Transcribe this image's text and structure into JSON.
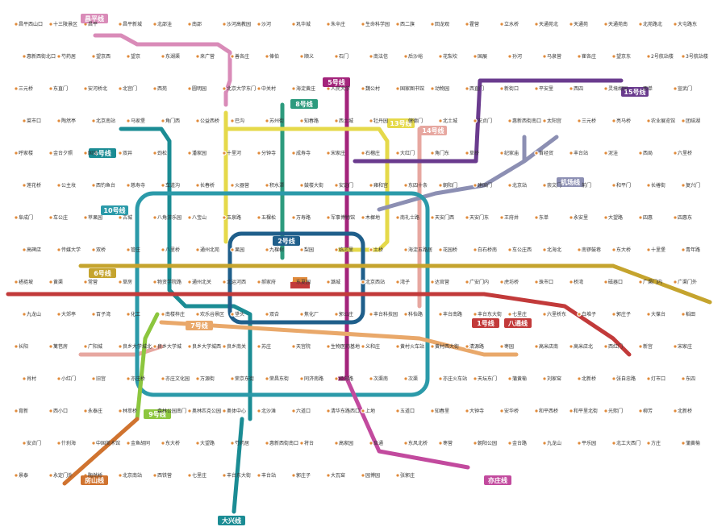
{
  "map": {
    "lines": [
      {
        "badge": "昌平线",
        "color": "#d98bb8"
      },
      {
        "badge": "8号线",
        "color": "#2d9b7e"
      },
      {
        "badge": "5号线",
        "color": "#a3247b"
      },
      {
        "badge": "13号线",
        "color": "#e5d94a"
      },
      {
        "badge": "14号线",
        "color": "#e7a7a0"
      },
      {
        "badge": "15号线",
        "color": "#6a3b8e"
      },
      {
        "badge": "4号线",
        "color": "#1b8c94"
      },
      {
        "badge": "10号线",
        "color": "#2b9aa9"
      },
      {
        "badge": "2号线",
        "color": "#1f5f8b"
      },
      {
        "badge": "6号线",
        "color": "#c5a42e"
      },
      {
        "badge": "1号线",
        "color": "#c23a3a"
      },
      {
        "badge": "八通线",
        "color": "#c23a3a"
      },
      {
        "badge": "7号线",
        "color": "#e9a86a"
      },
      {
        "badge": "9号线",
        "color": "#8cc63e"
      },
      {
        "badge": "房山线",
        "color": "#d0732f"
      },
      {
        "badge": "大兴线",
        "color": "#1b8c94"
      },
      {
        "badge": "亦庄线",
        "color": "#c24a9e"
      },
      {
        "badge": "机场线",
        "color": "#8c8fb3"
      }
    ],
    "stations": [
      "昌平西山口",
      "十三陵景区",
      "昌平",
      "昌平新城",
      "北邵洼",
      "南邵",
      "沙河高教园",
      "沙河",
      "巩华城",
      "朱辛庄",
      "生命科学园",
      "西二旗",
      "回龙观",
      "霍营",
      "立水桥",
      "天通苑北",
      "天通苑",
      "天通苑南",
      "北苑路北",
      "大屯路东",
      "惠新西街北口",
      "芍药居",
      "望京西",
      "望京",
      "东湖渠",
      "来广营",
      "善各庄",
      "俸伯",
      "顺义",
      "石门",
      "南法信",
      "后沙峪",
      "花梨坎",
      "国展",
      "孙河",
      "马泉营",
      "崔各庄",
      "望京东",
      "2号航站楼",
      "3号航站楼",
      "三元桥",
      "东直门",
      "安河桥北",
      "北宫门",
      "西苑",
      "圆明园",
      "北京大学东门",
      "中关村",
      "海淀黄庄",
      "人民大学",
      "魏公村",
      "国家图书馆",
      "动物园",
      "西直门",
      "新街口",
      "平安里",
      "西四",
      "灵境胡同",
      "西单",
      "宣武门",
      "菜市口",
      "陶然亭",
      "北京南站",
      "马家堡",
      "角门西",
      "公益西桥",
      "巴沟",
      "苏州街",
      "知春路",
      "西土城",
      "牡丹园",
      "健德门",
      "北土城",
      "安贞门",
      "惠新西街南口",
      "太阳宫",
      "三元桥",
      "亮马桥",
      "农业展览馆",
      "团结湖",
      "呼家楼",
      "金台夕照",
      "国贸",
      "双井",
      "劲松",
      "潘家园",
      "十里河",
      "分钟寺",
      "成寿寺",
      "宋家庄",
      "石榴庄",
      "大红门",
      "角门东",
      "草桥",
      "纪家庙",
      "首经贸",
      "丰台站",
      "泥洼",
      "西局",
      "六里桥",
      "莲花桥",
      "公主坟",
      "西钓鱼台",
      "慈寿寺",
      "车道沟",
      "长春桥",
      "火器营",
      "积水潭",
      "鼓楼大街",
      "安定门",
      "雍和宫",
      "东四十条",
      "朝阳门",
      "建国门",
      "北京站",
      "崇文门",
      "前门",
      "和平门",
      "长椿街",
      "复兴门",
      "阜成门",
      "车公庄",
      "苹果园",
      "古城",
      "八角游乐园",
      "八宝山",
      "玉泉路",
      "五棵松",
      "万寿路",
      "军事博物馆",
      "木樨地",
      "南礼士路",
      "天安门西",
      "天安门东",
      "王府井",
      "东单",
      "永安里",
      "大望路",
      "四惠",
      "四惠东",
      "高碑店",
      "传媒大学",
      "双桥",
      "管庄",
      "八里桥",
      "通州北苑",
      "果园",
      "九棵树",
      "梨园",
      "临河里",
      "土桥",
      "海淀五路居",
      "花园桥",
      "白石桥南",
      "车公庄西",
      "北海北",
      "南锣鼓巷",
      "东大桥",
      "十里堡",
      "青年路",
      "褡裢坡",
      "黄渠",
      "常营",
      "草房",
      "物资学院路",
      "通州北关",
      "北运河西",
      "郝家府",
      "东夏园",
      "潞城",
      "北京西站",
      "湾子",
      "达官营",
      "广安门内",
      "虎坊桥",
      "珠市口",
      "桥湾",
      "磁器口",
      "广渠门内",
      "广渠门外",
      "九龙山",
      "大郊亭",
      "百子湾",
      "化工",
      "南楼梓庄",
      "欢乐谷景区",
      "垡头",
      "双合",
      "焦化厂",
      "郭公庄",
      "丰台科技园",
      "科怡路",
      "丰台南路",
      "丰台东大街",
      "七里庄",
      "六里桥东",
      "白堆子",
      "郭庄子",
      "大葆台",
      "稻田",
      "长阳",
      "篱笆房",
      "广阳城",
      "良乡大学城北",
      "良乡大学城",
      "良乡大学城西",
      "良乡南关",
      "苏庄",
      "天宫院",
      "生物医药基地",
      "义和庄",
      "黄村火车站",
      "黄村西大街",
      "清源路",
      "枣园",
      "高米店南",
      "高米店北",
      "西红门",
      "新宫",
      "宋家庄",
      "肖村",
      "小红门",
      "旧宫",
      "亦庄桥",
      "亦庄文化园",
      "万源街",
      "荣京东街",
      "荣昌东街",
      "同济南路",
      "经海路",
      "次渠南",
      "次渠",
      "亦庄火车站",
      "天坛东门",
      "蒲黄榆",
      "刘家窑",
      "北新桥",
      "张自忠路",
      "灯市口",
      "东四",
      "育新",
      "西小口",
      "永泰庄",
      "林萃桥",
      "森林公园南门",
      "奥林匹克公园",
      "奥体中心",
      "北沙滩",
      "六道口",
      "清华东路西口",
      "上地",
      "五道口",
      "知春里",
      "大钟寺",
      "安华桥",
      "和平西桥",
      "和平里北街",
      "光熙门",
      "柳芳",
      "北新桥",
      "安贞门",
      "什刹海",
      "中国美术馆",
      "金鱼胡同",
      "东大桥",
      "大望路",
      "芍药居",
      "惠新西街南口",
      "将台",
      "高家园",
      "阜通",
      "东风北桥",
      "枣营",
      "朝阳公园",
      "金台路",
      "九龙山",
      "平乐园",
      "北工大西门",
      "方庄",
      "蒲黄榆",
      "景泰",
      "永定门外",
      "陶然桥",
      "北京南站",
      "西铁营",
      "七里庄",
      "丰台东大街",
      "丰台站",
      "郭庄子",
      "大瓦窑",
      "园博园",
      "张郭庄"
    ]
  }
}
